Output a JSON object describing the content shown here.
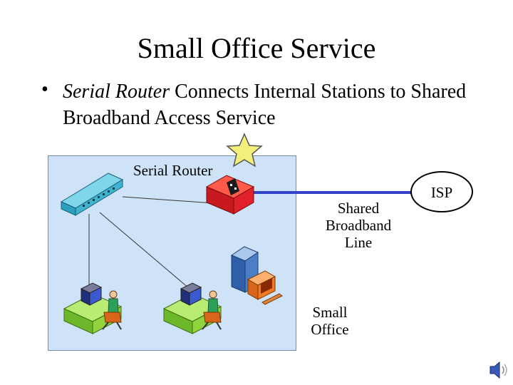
{
  "slide": {
    "title": "Small Office Service",
    "bullet_symbol": "•",
    "bullet_italic": "Serial Router",
    "bullet_rest": " Connects Internal Stations to Shared Broadband Access Service"
  },
  "diagram": {
    "labels": {
      "router": "Serial Router",
      "line_1": "Shared",
      "line_2": "Broadband",
      "line_3": "Line",
      "office_1": "Small",
      "office_2": "Office",
      "isp": "ISP"
    },
    "colors": {
      "office_background": "#cfe3f8",
      "broadband_line": "#3340c8",
      "router": "#e0202a",
      "hub": "#3cb4d2",
      "desk": "#8fd43c",
      "star": "#f2ef7a"
    },
    "icons": [
      "star-icon",
      "hub-icon",
      "router-icon",
      "workstation-icon",
      "server-icon",
      "speaker-icon"
    ]
  }
}
